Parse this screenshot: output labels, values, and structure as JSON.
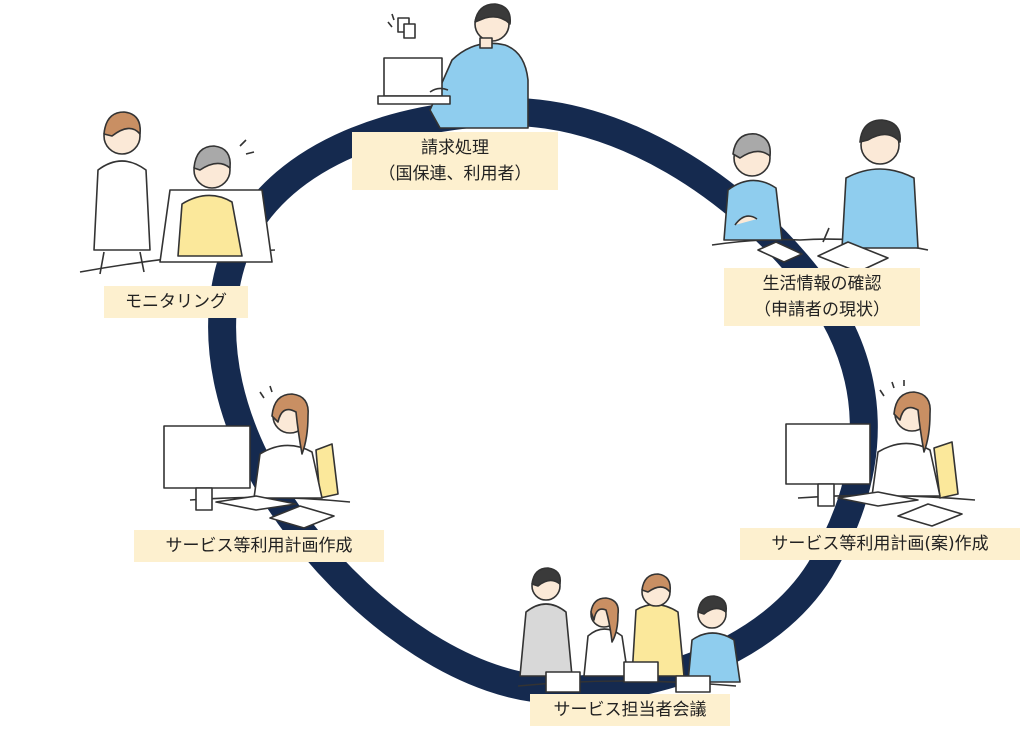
{
  "colors": {
    "ring": "#152a4f",
    "label_bg": "#fdf0cf",
    "skin": "#fbe9d7",
    "hair_dark": "#3a3a3a",
    "hair_brown": "#c98f63",
    "hair_gray": "#a9a9a9",
    "shirt_blue": "#8fcdee",
    "shirt_yellow": "#fbe89b",
    "shirt_gray": "#d8d8d8",
    "outline": "#333333"
  },
  "steps": [
    {
      "id": "billing",
      "lines": [
        "請求処理",
        "（国保連、利用者）"
      ],
      "icon": "person-at-laptop-icon"
    },
    {
      "id": "life-info",
      "lines": [
        "生活情報の確認",
        "（申請者の現状）"
      ],
      "icon": "interview-icon"
    },
    {
      "id": "draft-plan",
      "lines": [
        "サービス等利用計画(案)作成"
      ],
      "icon": "person-at-computer-icon"
    },
    {
      "id": "meeting",
      "lines": [
        "サービス担当者会議"
      ],
      "icon": "meeting-group-icon"
    },
    {
      "id": "plan",
      "lines": [
        "サービス等利用計画作成"
      ],
      "icon": "person-at-computer-icon"
    },
    {
      "id": "monitoring",
      "lines": [
        "モニタリング"
      ],
      "icon": "caregiver-with-elder-icon"
    }
  ]
}
